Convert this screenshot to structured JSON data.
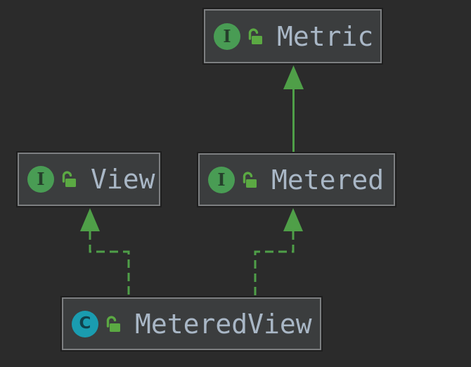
{
  "colors": {
    "background": "#2b2b2b",
    "node_fill": "#3b3d3e",
    "node_border": "#7d7f81",
    "node_outline": "#1e1e1e",
    "label": "#a9b7c6",
    "edge": "#4f9f48",
    "interface_badge": "#499c54",
    "interface_badge_letter": "#25402b",
    "class_badge": "#1a9cb0",
    "class_badge_letter": "#10414c",
    "lock": "#5ba943"
  },
  "diagram": {
    "nodes": [
      {
        "id": "metric",
        "label": "Metric",
        "kind": "interface",
        "badge": "I",
        "visibility": "public-unlocked"
      },
      {
        "id": "view",
        "label": "View",
        "kind": "interface",
        "badge": "I",
        "visibility": "public-unlocked"
      },
      {
        "id": "metered",
        "label": "Metered",
        "kind": "interface",
        "badge": "I",
        "visibility": "public-unlocked"
      },
      {
        "id": "metered_view",
        "label": "MeteredView",
        "kind": "class",
        "badge": "C",
        "visibility": "public-unlocked"
      }
    ],
    "edges": [
      {
        "from": "Metered",
        "to": "Metric",
        "relation": "extends",
        "line": "solid"
      },
      {
        "from": "MeteredView",
        "to": "View",
        "relation": "implements",
        "line": "dashed"
      },
      {
        "from": "MeteredView",
        "to": "Metered",
        "relation": "implements",
        "line": "dashed"
      }
    ]
  }
}
